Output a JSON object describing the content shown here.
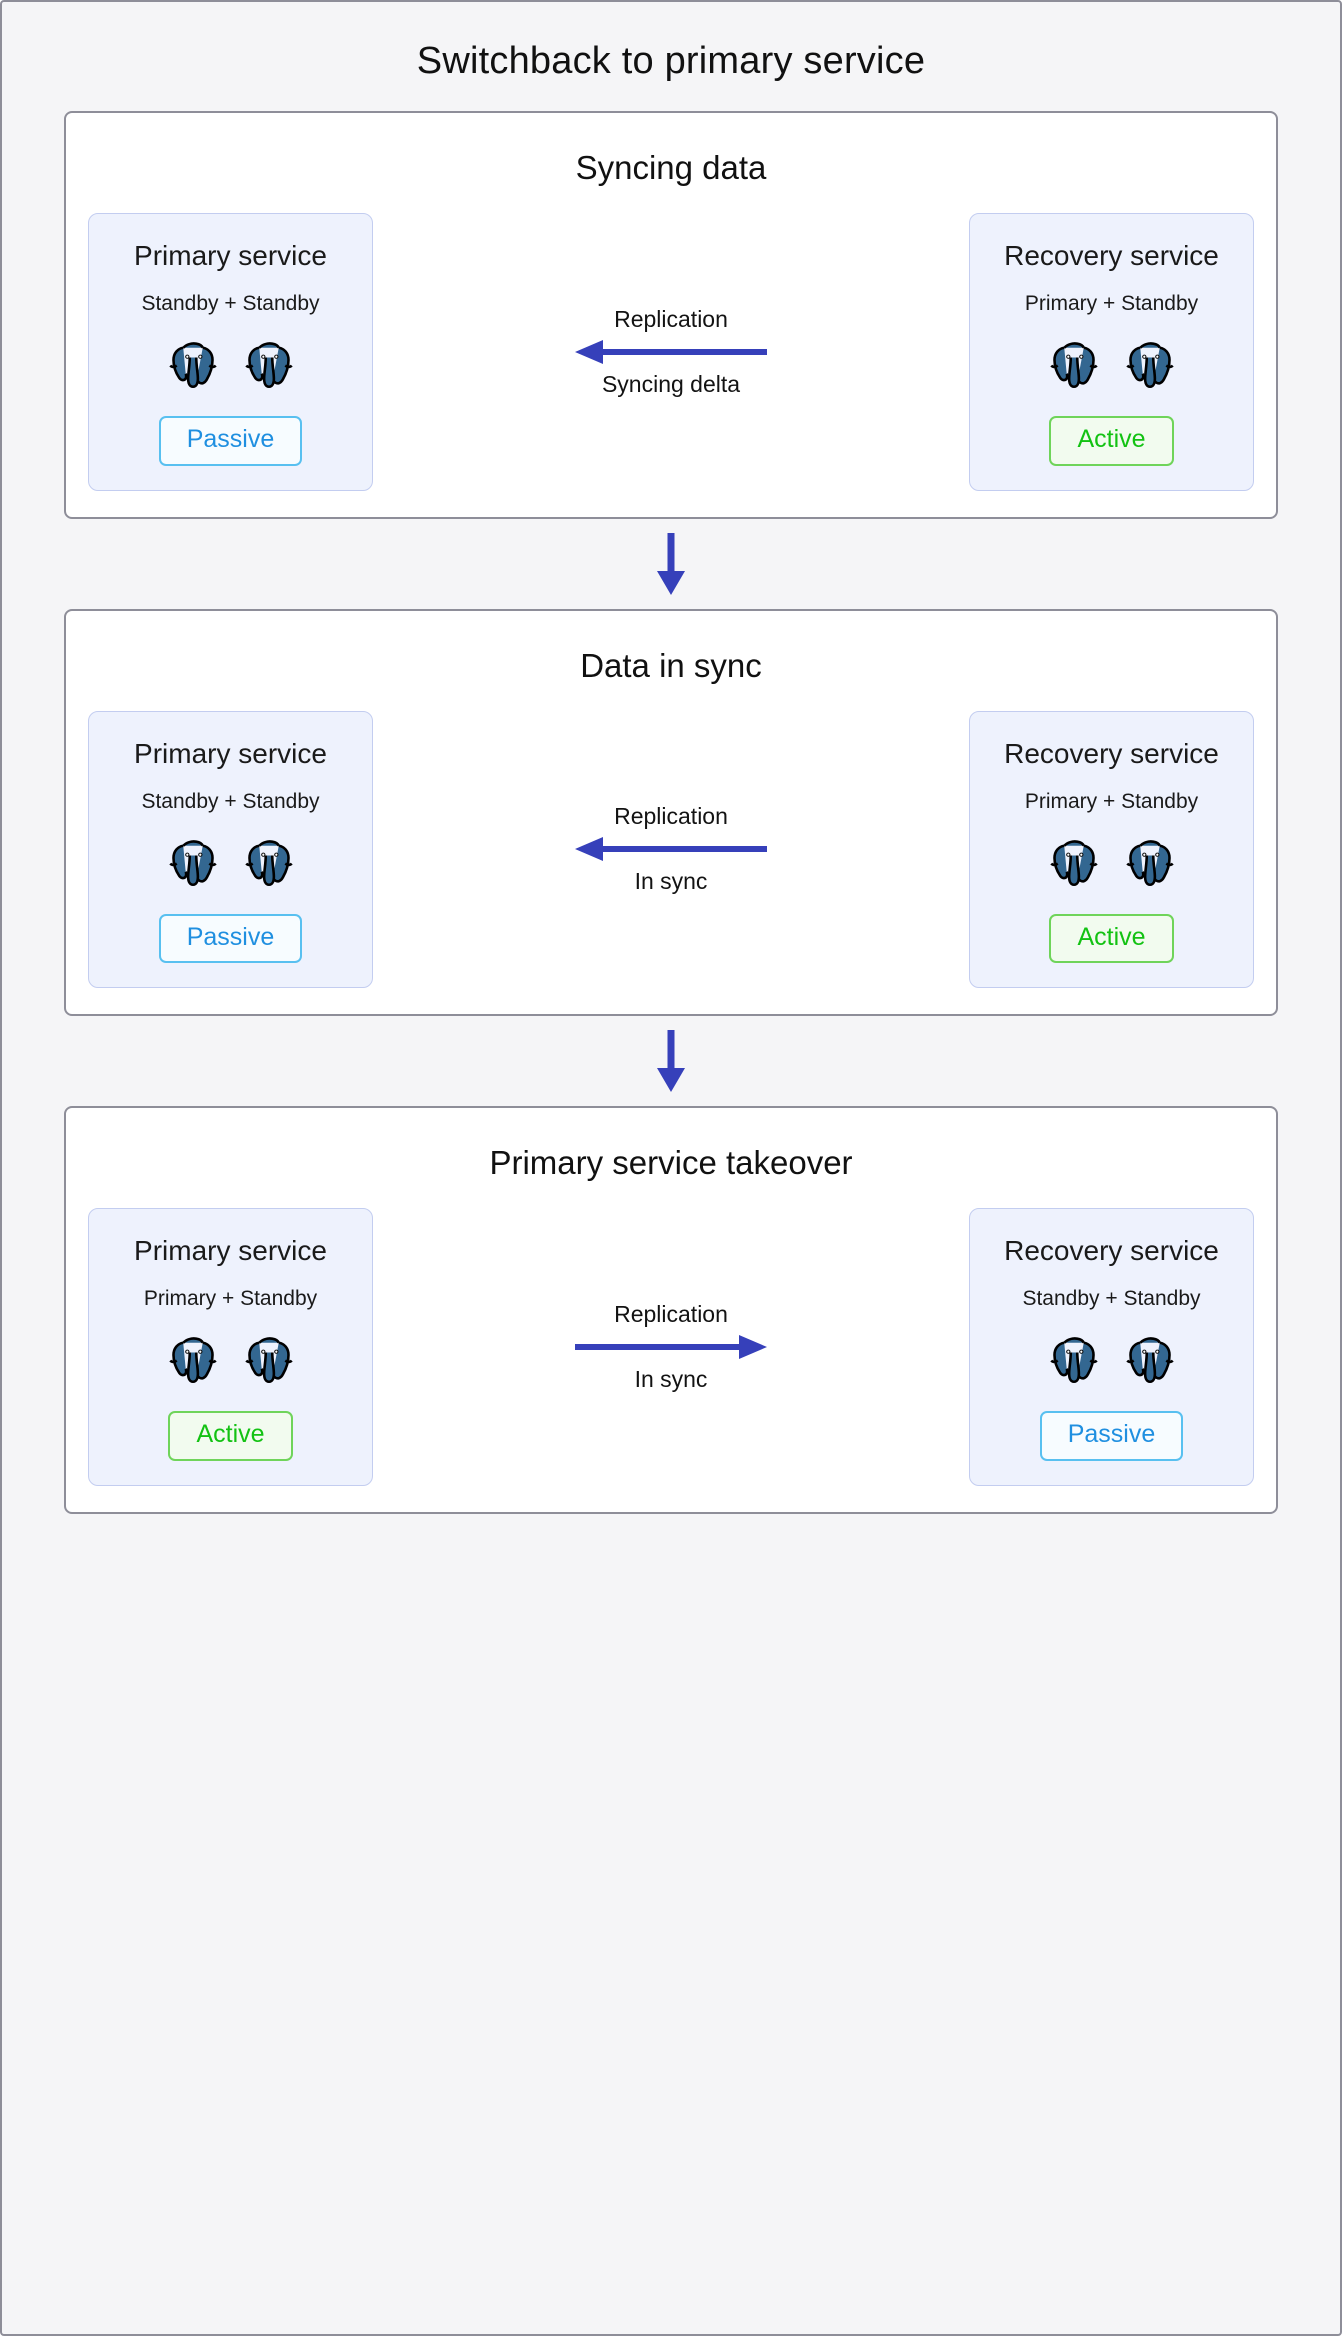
{
  "page": {
    "title": "Switchback to primary service",
    "background_color": "#f5f5f7",
    "border_color": "#8e8e99"
  },
  "colors": {
    "arrow_blue": "#3640ba",
    "badge_passive_text": "#1f8fe0",
    "badge_passive_border": "#58c0f0",
    "badge_active_text": "#13c213",
    "badge_active_border": "#6fd45a",
    "service_bg": "#eef2fd",
    "service_border": "#c3cdf0",
    "elephant_blue": "#336791"
  },
  "icons": {
    "elephant": "postgresql-elephant-icon",
    "arrow_left": "arrow-left-icon",
    "arrow_right": "arrow-right-icon",
    "arrow_down": "arrow-down-icon"
  },
  "panels": [
    {
      "title": "Syncing data",
      "left": {
        "name": "Primary service",
        "roles": "Standby + Standby",
        "node_count": 2,
        "badge": "Passive",
        "badge_state": "passive"
      },
      "link": {
        "top_label": "Replication",
        "bottom_label": "Syncing delta",
        "direction": "left"
      },
      "right": {
        "name": "Recovery service",
        "roles": "Primary + Standby",
        "node_count": 2,
        "badge": "Active",
        "badge_state": "active"
      }
    },
    {
      "title": "Data in sync",
      "left": {
        "name": "Primary service",
        "roles": "Standby + Standby",
        "node_count": 2,
        "badge": "Passive",
        "badge_state": "passive"
      },
      "link": {
        "top_label": "Replication",
        "bottom_label": "In sync",
        "direction": "left"
      },
      "right": {
        "name": "Recovery service",
        "roles": "Primary + Standby",
        "node_count": 2,
        "badge": "Active",
        "badge_state": "active"
      }
    },
    {
      "title": "Primary service takeover",
      "left": {
        "name": "Primary service",
        "roles": "Primary + Standby",
        "node_count": 2,
        "badge": "Active",
        "badge_state": "active"
      },
      "link": {
        "top_label": "Replication",
        "bottom_label": "In sync",
        "direction": "right"
      },
      "right": {
        "name": "Recovery service",
        "roles": "Standby + Standby",
        "node_count": 2,
        "badge": "Passive",
        "badge_state": "passive"
      }
    }
  ]
}
